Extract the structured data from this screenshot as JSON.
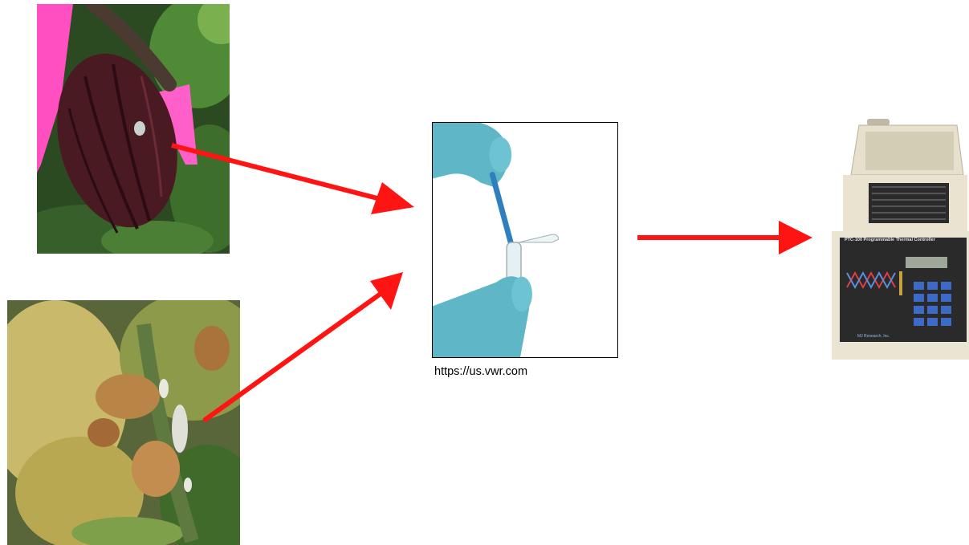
{
  "source_credit": "https://us.vwr.com",
  "device_label": "PTC-100 Programmable Thermal Controller",
  "device_maker": "MJ Research, Inc.",
  "colors": {
    "arrow": "#ff1414",
    "glove": "#5fb6c6",
    "pod": "#4a1a22",
    "tag": "#ff5fc8",
    "device_body": "#eae4d2",
    "device_panel": "#2a2a2a",
    "keypad": "#3b6ac8"
  },
  "icons": [
    "arrow-right-icon"
  ]
}
